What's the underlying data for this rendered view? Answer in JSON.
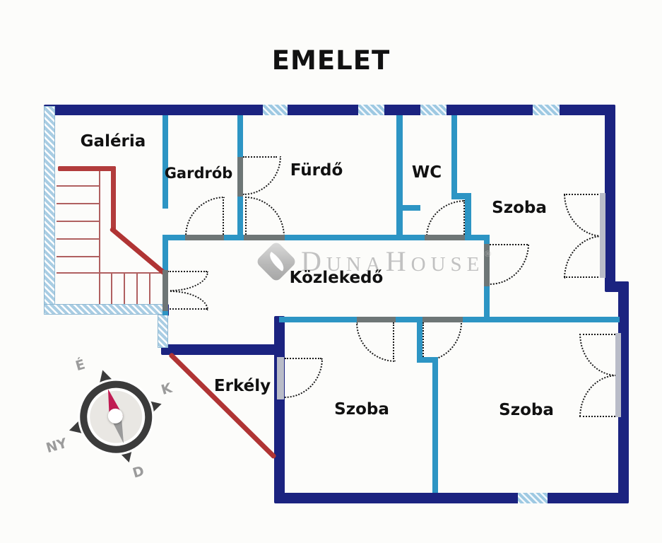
{
  "header": {
    "title": "EMELET"
  },
  "rooms": {
    "galeria": "Galéria",
    "gardrob": "Gardrób",
    "furdo": "Fürdő",
    "wc": "WC",
    "szoba_top_right": "Szoba",
    "kozlekedo": "Közlekedő",
    "erkely": "Erkély",
    "szoba_bottom_left": "Szoba",
    "szoba_bottom_right": "Szoba"
  },
  "watermark": {
    "brand_d": "D",
    "brand_una": "UNA",
    "brand_h": "H",
    "brand_ouse": "OUSE",
    "registered": "®"
  },
  "compass": {
    "north": "É",
    "east": "K",
    "south": "D",
    "west": "NY"
  },
  "colors": {
    "outer_wall": "#1b2380",
    "inner_wall": "#2d95c4",
    "hatch_wall": "#a9cde3",
    "stairs": "#b23c3c",
    "railing": "#b03434",
    "door_arc": "#1a1a1a",
    "jamb_dark": "#6e7676",
    "jamb_light": "#b9bcc8",
    "compass_needle": "#c01a52",
    "watermark_gray": "#b3b3b3"
  }
}
